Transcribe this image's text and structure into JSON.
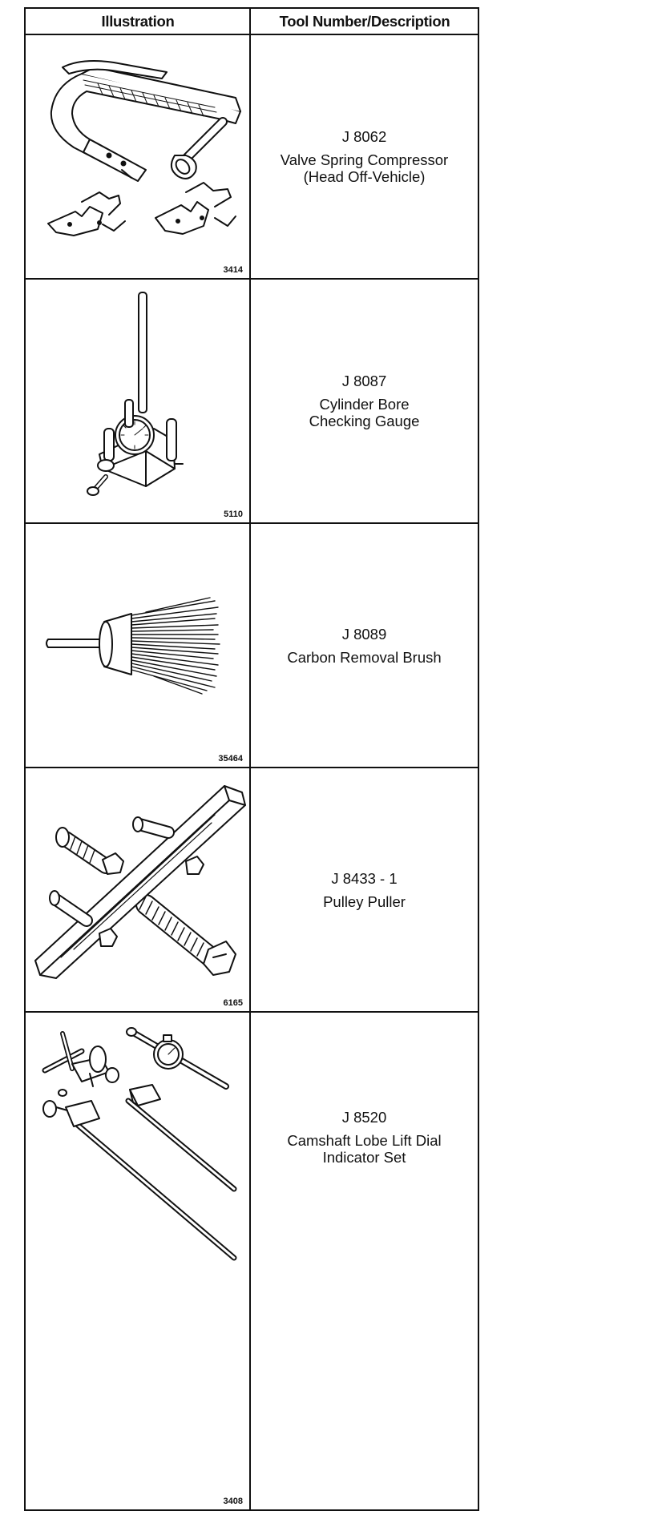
{
  "table": {
    "headers": {
      "illustration": "Illustration",
      "description": "Tool Number/Description"
    },
    "rows": [
      {
        "figure": "3414",
        "tool_number": "J 8062",
        "lines": [
          "Valve Spring Compressor",
          "(Head Off-Vehicle)"
        ],
        "icon": "valve-spring-compressor-icon"
      },
      {
        "figure": "5110",
        "tool_number": "J 8087",
        "lines": [
          "Cylinder Bore",
          "Checking Gauge"
        ],
        "icon": "cylinder-bore-gauge-icon"
      },
      {
        "figure": "35464",
        "tool_number": "J 8089",
        "lines": [
          "Carbon Removal Brush"
        ],
        "icon": "carbon-removal-brush-icon"
      },
      {
        "figure": "6165",
        "tool_number": "J 8433 - 1",
        "lines": [
          "Pulley Puller"
        ],
        "icon": "pulley-puller-icon"
      },
      {
        "figure": "3408",
        "tool_number": "J 8520",
        "lines": [
          "Camshaft Lobe Lift Dial",
          "Indicator Set"
        ],
        "icon": "dial-indicator-set-icon"
      }
    ]
  }
}
